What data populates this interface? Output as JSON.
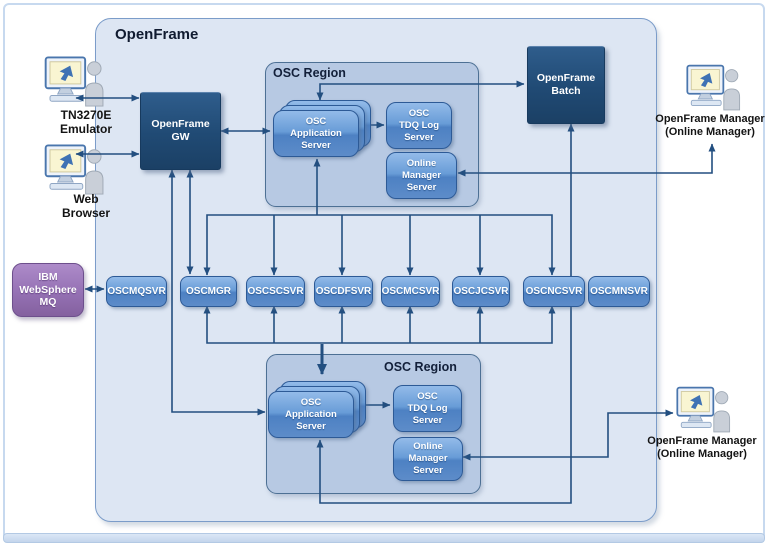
{
  "openframe": {
    "title": "OpenFrame"
  },
  "clients": {
    "tn3270e": {
      "line1": "TN3270E",
      "line2": "Emulator"
    },
    "web": {
      "line1": "Web",
      "line2": "Browser"
    }
  },
  "managers": {
    "top": {
      "line1": "OpenFrame Manager",
      "line2": "(Online  Manager)"
    },
    "bottom": {
      "line1": "OpenFrame Manager",
      "line2": "(Online  Manager)"
    }
  },
  "mq": {
    "line1": "IBM",
    "line2": "WebSphere",
    "line3": "MQ"
  },
  "gw": {
    "line1": "OpenFrame",
    "line2": "GW"
  },
  "batch": {
    "line1": "OpenFrame",
    "line2": "Batch"
  },
  "region_top": {
    "title": "OSC Region",
    "app": {
      "line1": "OSC",
      "line2": "Application",
      "line3": "Server"
    },
    "tdq": {
      "line1": "OSC",
      "line2": "TDQ Log",
      "line3": "Server"
    },
    "mgr": {
      "line1": "Online",
      "line2": "Manager",
      "line3": "Server"
    }
  },
  "region_bottom": {
    "title": "OSC Region",
    "app": {
      "line1": "OSC",
      "line2": "Application",
      "line3": "Server"
    },
    "tdq": {
      "line1": "OSC",
      "line2": "TDQ Log",
      "line3": "Server"
    },
    "mgr": {
      "line1": "Online",
      "line2": "Manager",
      "line3": "Server"
    }
  },
  "server_row": [
    "OSCMQSVR",
    "OSCMGR",
    "OSCSCSVR",
    "OSCDFSVR",
    "OSCMCSVR",
    "OSCJCSVR",
    "OSCNCSVR",
    "OSCMNSVR"
  ],
  "colors": {
    "connector": "#234f80",
    "dark_node": "#204a74",
    "server_node": "#5d8cc9",
    "mq_node": "#9571b4",
    "container_fill": "#dde6f3",
    "region_fill": "#b7c9e3"
  }
}
